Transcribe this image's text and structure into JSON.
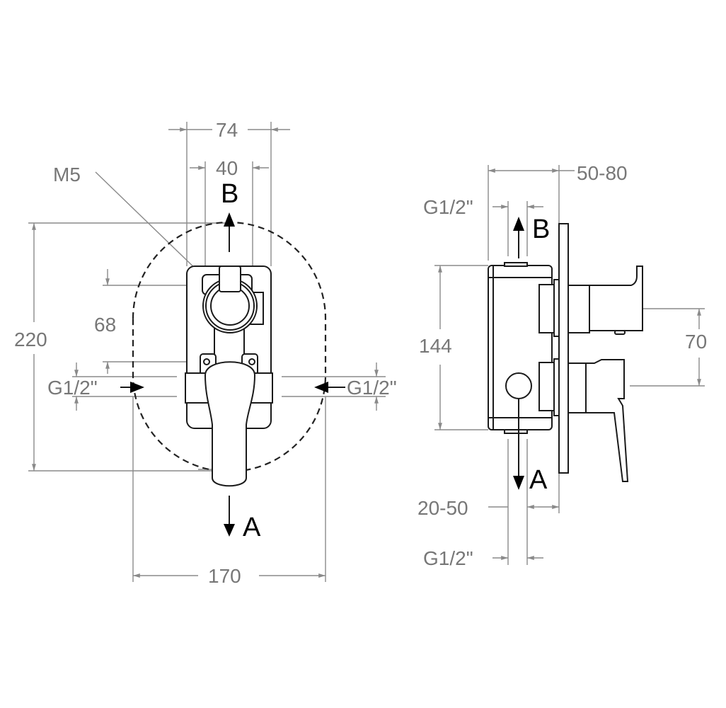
{
  "front_view": {
    "labels": {
      "outlet_b": "B",
      "outlet_a": "A",
      "screw": "M5"
    },
    "dimensions": {
      "width_outer": "74",
      "width_inner": "40",
      "height_total": "220",
      "height_axis": "68",
      "inlet_left": "G1/2\"",
      "inlet_right": "G1/2\"",
      "width_total": "170"
    }
  },
  "side_view": {
    "labels": {
      "outlet_b": "B",
      "outlet_a": "A"
    },
    "dimensions": {
      "depth": "50-80",
      "thread_top": "G1/2\"",
      "height_box": "144",
      "handle_offset": "70",
      "wall_range": "20-50",
      "thread_bottom": "G1/2\""
    }
  },
  "colors": {
    "line": "#1a1a1a",
    "dimension": "#8a8a8a",
    "dimension_text": "#777777"
  }
}
